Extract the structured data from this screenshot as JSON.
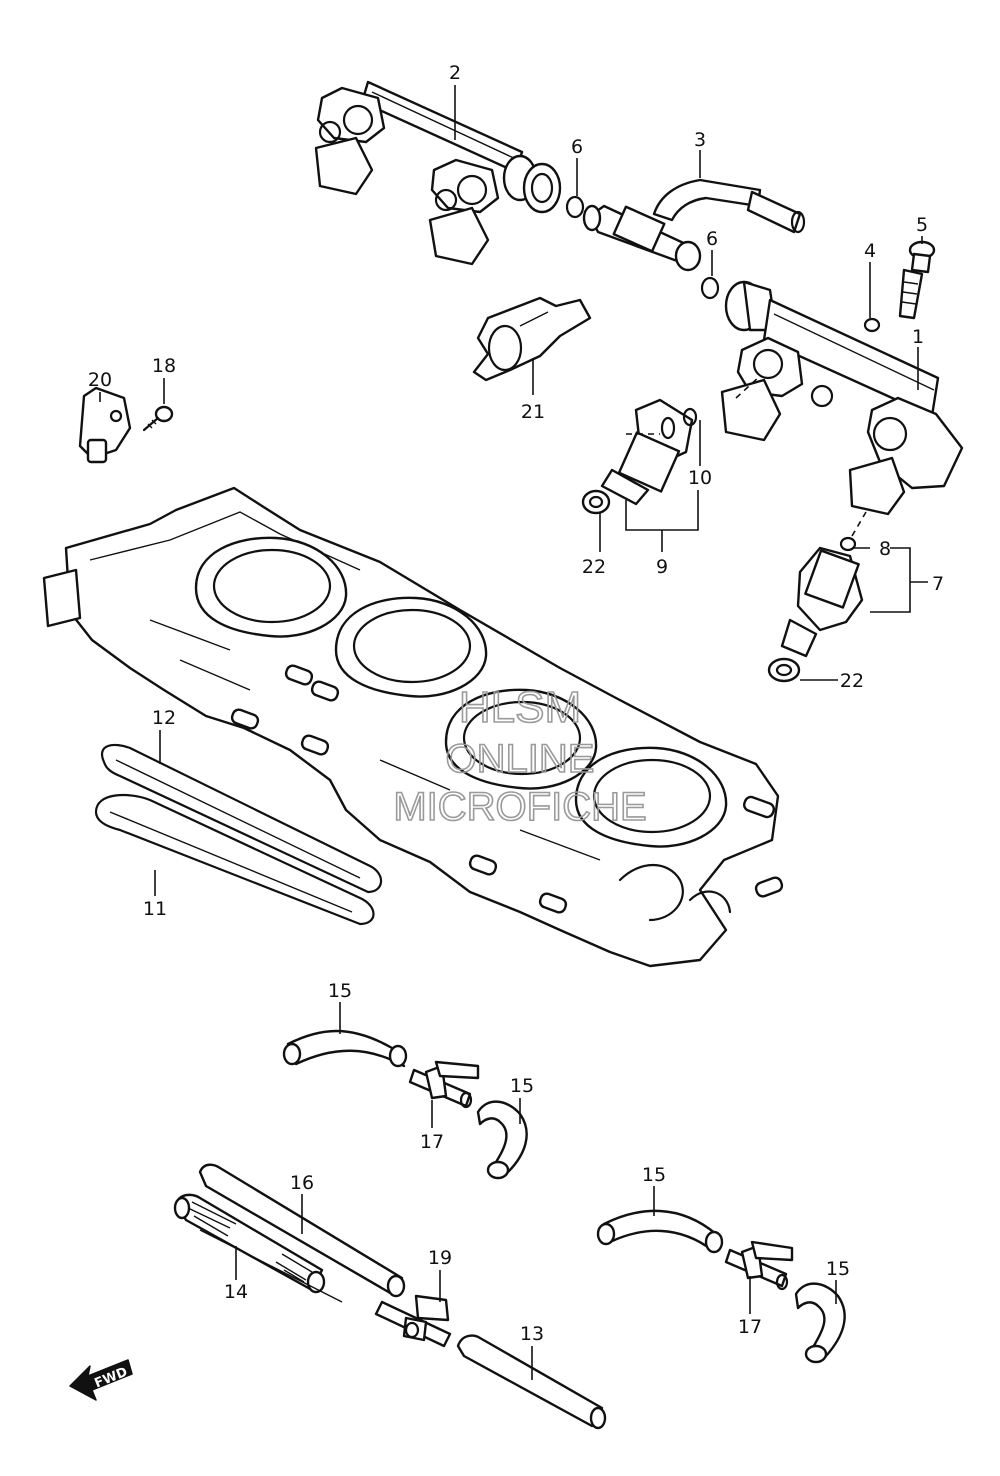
{
  "callouts": [
    {
      "id": "1",
      "label": "1"
    },
    {
      "id": "2",
      "label": "2"
    },
    {
      "id": "3",
      "label": "3"
    },
    {
      "id": "4",
      "label": "4"
    },
    {
      "id": "5",
      "label": "5"
    },
    {
      "id": "6a",
      "label": "6"
    },
    {
      "id": "6b",
      "label": "6"
    },
    {
      "id": "7",
      "label": "7"
    },
    {
      "id": "8",
      "label": "8"
    },
    {
      "id": "9",
      "label": "9"
    },
    {
      "id": "10",
      "label": "10"
    },
    {
      "id": "11",
      "label": "11"
    },
    {
      "id": "12",
      "label": "12"
    },
    {
      "id": "13",
      "label": "13"
    },
    {
      "id": "14",
      "label": "14"
    },
    {
      "id": "15a",
      "label": "15"
    },
    {
      "id": "15b",
      "label": "15"
    },
    {
      "id": "15c",
      "label": "15"
    },
    {
      "id": "15d",
      "label": "15"
    },
    {
      "id": "16",
      "label": "16"
    },
    {
      "id": "17a",
      "label": "17"
    },
    {
      "id": "17b",
      "label": "17"
    },
    {
      "id": "18",
      "label": "18"
    },
    {
      "id": "19",
      "label": "19"
    },
    {
      "id": "20",
      "label": "20"
    },
    {
      "id": "21",
      "label": "21"
    },
    {
      "id": "22a",
      "label": "22"
    },
    {
      "id": "22b",
      "label": "22"
    }
  ],
  "watermark": {
    "line1": "HLSM",
    "line2": "ONLINE",
    "line3": "MICROFICHE"
  },
  "direction_badge": {
    "text": "FWD"
  },
  "icons": {
    "direction_arrow": "fwd-arrow-icon"
  }
}
